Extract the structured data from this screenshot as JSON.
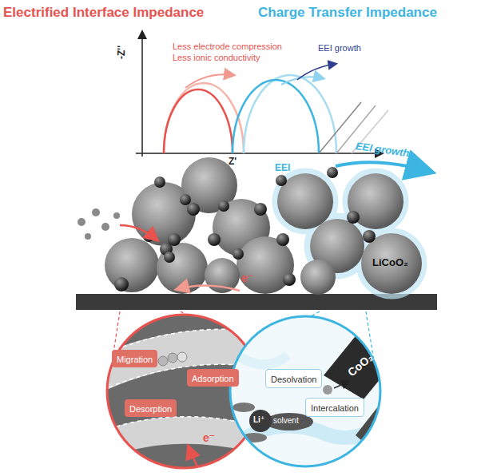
{
  "diagram": {
    "nodes": [
      {
        "text": [
          "Migration"
        ]
      },
      {
        "text": [
          "Adsorption"
        ]
      },
      {
        "text": [
          "Desorption"
        ]
      },
      {
        "text": [
          "Desolvation"
        ]
      },
      {
        "text": [
          "Intercalation"
        ]
      }
    ],
    "labels": [
      "Electrified Interface Impedance",
      "Charge Transfer Impedance",
      "-Z''",
      "Z'",
      "Less electrode compression",
      "Less ionic conductivity",
      "EEI growth",
      "EEI",
      "EEI growth",
      "LiCoO₂",
      "e⁻",
      "e⁻",
      "CoO₂",
      "CoO₂",
      "Li⁺",
      "solvent"
    ]
  }
}
